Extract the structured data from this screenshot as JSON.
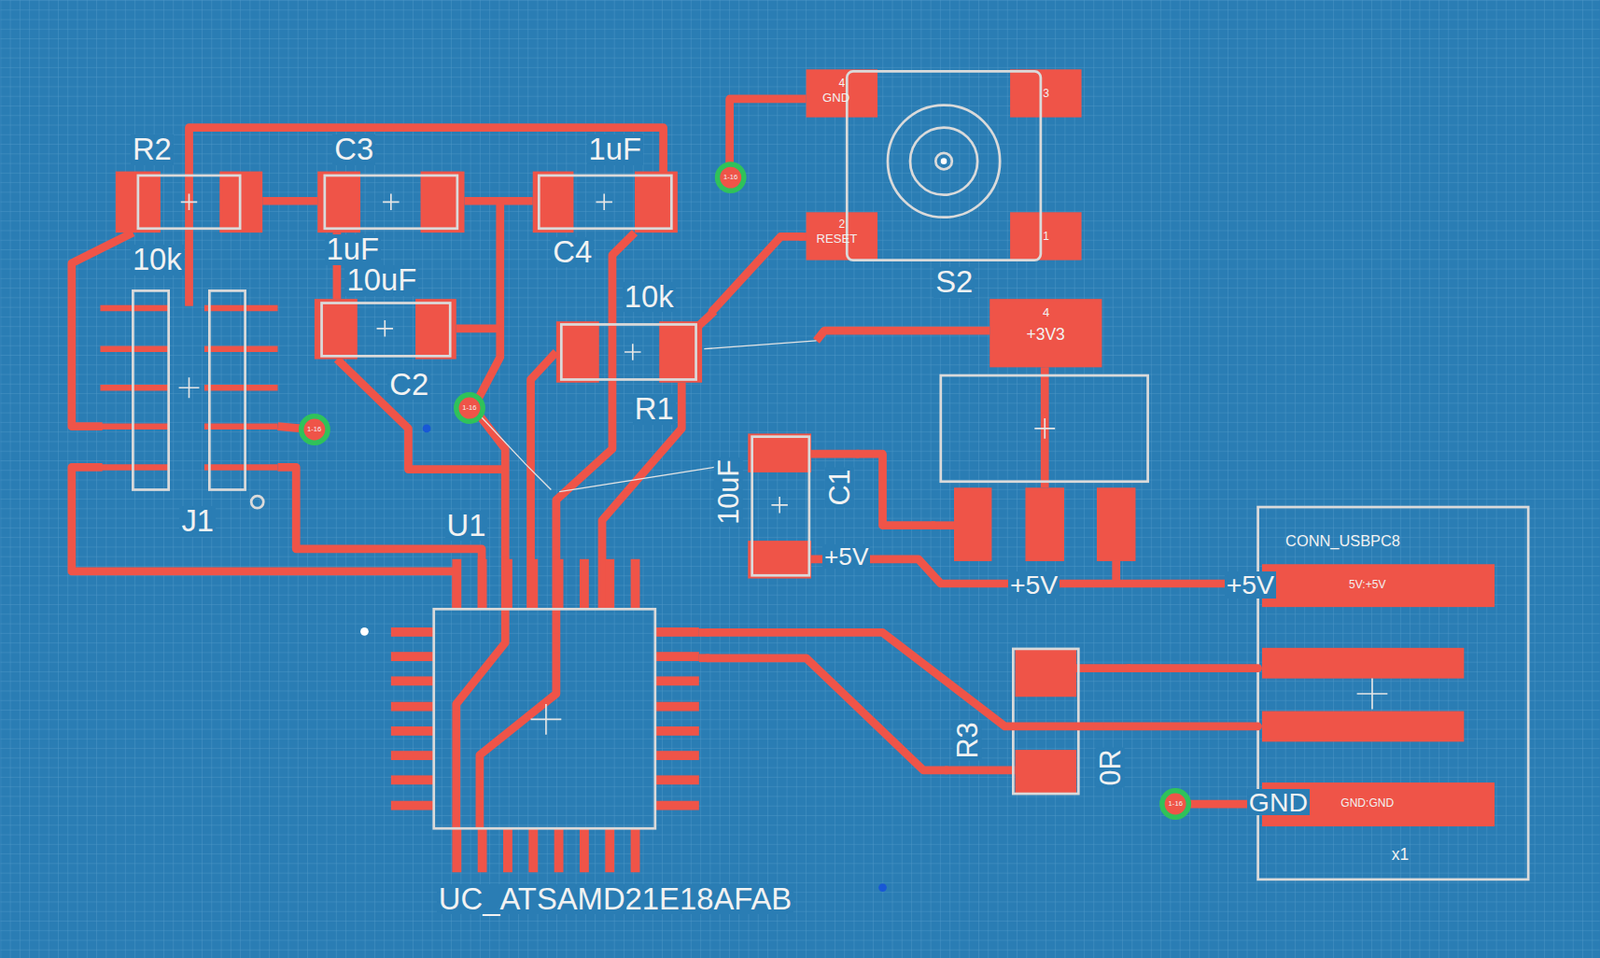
{
  "diagram": {
    "nodes": [
      {
        "text": [
          "R2",
          "10k"
        ]
      },
      {
        "text": [
          "C3",
          "1uF"
        ]
      },
      {
        "text": [
          "1uF",
          "C4"
        ]
      },
      {
        "text": [
          "10uF",
          "C2"
        ]
      },
      {
        "text": [
          "10k",
          "R1"
        ]
      },
      {
        "text": [
          "S2"
        ]
      },
      {
        "text": [
          "J1"
        ]
      },
      {
        "text": [
          "4",
          "+3V3"
        ]
      },
      {
        "text": [
          "10uF",
          "C1"
        ]
      },
      {
        "text": [
          "U1"
        ]
      },
      {
        "text": [
          "R3",
          "0R"
        ]
      },
      {
        "text": [
          "CONN_USBPC8",
          "x1"
        ]
      }
    ],
    "edges": [
      {
        "from": 8,
        "to": 7,
        "arrow": "none"
      },
      {
        "from": 8,
        "to": 11,
        "arrow": "none"
      },
      {
        "from": 9,
        "to": 10,
        "arrow": "none"
      },
      {
        "from": 9,
        "to": 11,
        "arrow": "none"
      },
      {
        "from": 10,
        "to": 11,
        "arrow": "none"
      },
      {
        "from": 5,
        "to": 4,
        "arrow": "none"
      }
    ],
    "labels": [
      "4",
      "GND",
      "3",
      "2",
      "RESET",
      "1",
      "1-16",
      "1-16",
      "1-16",
      "1-16",
      "+5V",
      "+5V",
      "+5V",
      "GND",
      "5V:+5V",
      "GND:GND",
      "UC_ATSAMD21E18AFAB"
    ]
  }
}
